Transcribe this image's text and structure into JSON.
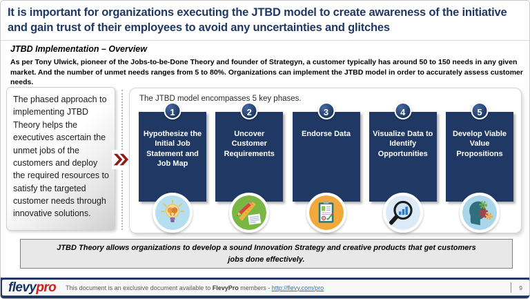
{
  "slide": {
    "title": "It is important for organizations executing the JTBD model to create awareness of the initiative and gain trust of their employees to avoid any uncertainties and glitches",
    "subtitle": "JTBD Implementation – Overview",
    "intro": "As per Tony Ulwick, pioneer of the Jobs-to-be-Done Theory and founder of Strategyn, a customer typically has around 50 to 150 needs in any given market.  And the number of unmet needs ranges from 5 to 80%.  Organizations can implement the JTBD model in order to accurately assess customer needs.",
    "sidebar_text": "The phased approach to implementing JTBD Theory helps the executives ascertain the unmet jobs of the customers and deploy the required resources to satisfy the targeted customer needs through innovative solutions.",
    "panel": {
      "heading": "The JTBD model encompasses 5 key phases.",
      "phases": [
        {
          "number": "1",
          "label": "Hypothesize the Initial Job Statement and Job Map",
          "icon": "brain-bulb-icon"
        },
        {
          "number": "2",
          "label": "Uncover Customer Requirements",
          "icon": "pencil-ruler-icon"
        },
        {
          "number": "3",
          "label": "Endorse Data",
          "icon": "clipboard-approval-icon"
        },
        {
          "number": "4",
          "label": "Visualize Data to Identify Opportunities",
          "icon": "magnifier-bar-chart-icon"
        },
        {
          "number": "5",
          "label": "Develop Viable Value Propositions",
          "icon": "head-gears-icon"
        }
      ]
    },
    "callout": "JTBD Theory allows organizations to develop a sound Innovation Strategy and creative products that get customers jobs done effectively.",
    "footer": {
      "logo_flevy": "flevy",
      "logo_pro": "pro",
      "text_prefix": "This document is an exclusive document available to ",
      "brand": "FlevyPro",
      "text_middle": " members - ",
      "link": "http://flevy.com/pro",
      "page_number": "9"
    },
    "colors": {
      "navy": "#1F3864",
      "arrow_red": "#8E1A1A",
      "logo_red": "#D21C1C",
      "link_blue": "#2E75B6"
    }
  }
}
